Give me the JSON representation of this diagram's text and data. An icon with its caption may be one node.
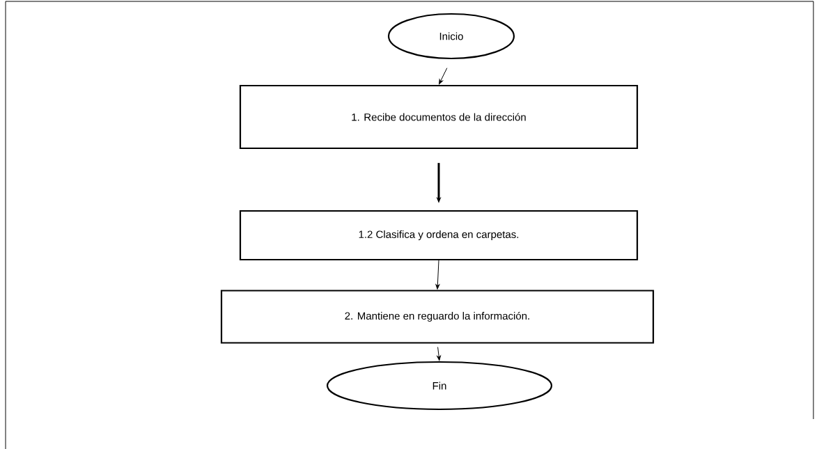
{
  "diagram": {
    "nodes": [
      {
        "text": [
          "Inicio"
        ]
      },
      {
        "text": [
          "1. Recibe documentos de la dirección"
        ]
      },
      {
        "text": [
          "1.2 Clasifica y ordena en carpetas."
        ]
      },
      {
        "text": [
          "2. Mantiene en reguardo la información."
        ]
      },
      {
        "text": [
          "Fin"
        ]
      }
    ],
    "edges": [
      {
        "from": 0,
        "to": 1,
        "arrow": "to"
      },
      {
        "from": 1,
        "to": 2,
        "arrow": "to",
        "style": "thick"
      },
      {
        "from": 2,
        "to": 3,
        "arrow": "to"
      },
      {
        "from": 3,
        "to": 4,
        "arrow": "to"
      }
    ]
  }
}
